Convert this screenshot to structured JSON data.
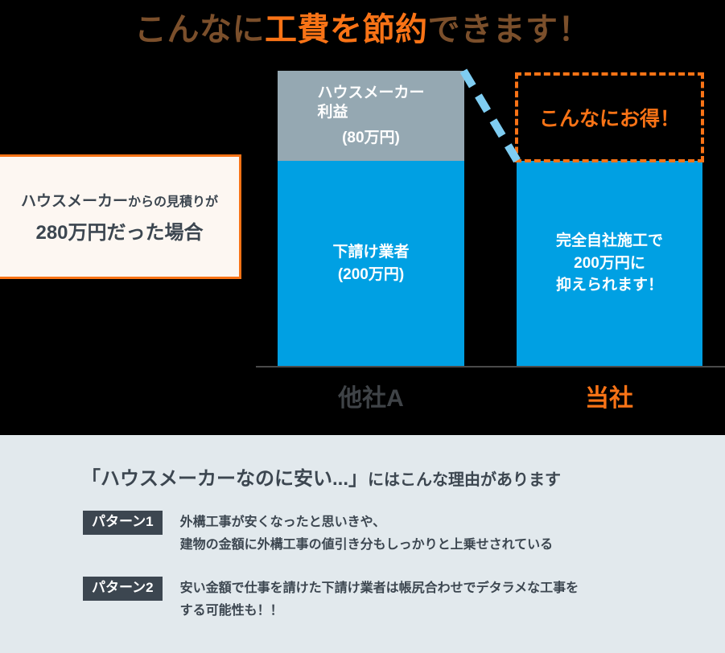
{
  "headline": {
    "prefix": "こんなに",
    "highlight": "工費を節約",
    "suffix": "できます！",
    "highlight_color": "#f97316",
    "base_color": "#7b4f2b"
  },
  "estimate_callout": {
    "line1_main": "ハウスメーカー",
    "line1_tail": "からの見積りが",
    "line2": "280万円だった場合",
    "border_color": "#f97316",
    "background_color": "#fdf7f2"
  },
  "chart_data": {
    "type": "bar",
    "title": "こんなに工費を節約できます！",
    "categories": [
      "他社A",
      "当社"
    ],
    "stacked": true,
    "unit": "万円",
    "ylim": [
      0,
      280
    ],
    "series": [
      {
        "name": "下請け業者",
        "values": [
          200,
          200
        ],
        "color": "#00a0e3",
        "labels": [
          "下請け業者\n(200万円)",
          "完全自社施工で\n200万円に\n抑えられます！"
        ]
      },
      {
        "name": "ハウスメーカー利益",
        "values": [
          80,
          0
        ],
        "color": "#95a8b2",
        "labels": [
          "ハウスメーカー\n利益\n(80万円)",
          ""
        ]
      }
    ],
    "totals": [
      280,
      200
    ],
    "savings": 80,
    "annotations": [
      {
        "text": "こんなにお得！",
        "target": "当社",
        "style": "dashed-box",
        "color": "#f97316"
      },
      {
        "text": "",
        "style": "dashed-diagonal-connector",
        "color": "#7fcdf2"
      }
    ],
    "axis_color": "#4a4a4a",
    "grid": false,
    "legend": "none",
    "background": "#000000"
  },
  "bar_other": {
    "profit_line1": "ハウスメーカー",
    "profit_line2": "利益",
    "profit_line3": "(80万円)",
    "sub_line1": "下請け業者",
    "sub_line2": "(200万円)",
    "profit_color": "#95a8b2",
    "sub_color": "#00a0e3"
  },
  "bar_ours": {
    "line1": "完全自社施工で",
    "line2": "200万円に",
    "line3": "抑えられます！",
    "color": "#00a0e3"
  },
  "savings_box": {
    "label": "こんなにお得！",
    "color": "#f97316"
  },
  "axis_labels": {
    "other": "他社A",
    "ours": "当社",
    "other_color": "#3f4347",
    "ours_color": "#f97316"
  },
  "reasons": {
    "heading_quote": "「ハウスメーカーなのに安い...」",
    "heading_tail": "にはこんな理由があります",
    "items": [
      {
        "badge": "パターン1",
        "line1": "外構工事が安くなったと思いきや、",
        "line2": "建物の金額に外構工事の値引き分もしっかりと上乗せされている"
      },
      {
        "badge": "パターン2",
        "line1": "安い金額で仕事を請けた下請け業者は帳尻合わせでデタラメな工事を",
        "line2": "する可能性も！！"
      }
    ],
    "badge_color": "#3c4650",
    "panel_color": "#e2e9ed"
  }
}
